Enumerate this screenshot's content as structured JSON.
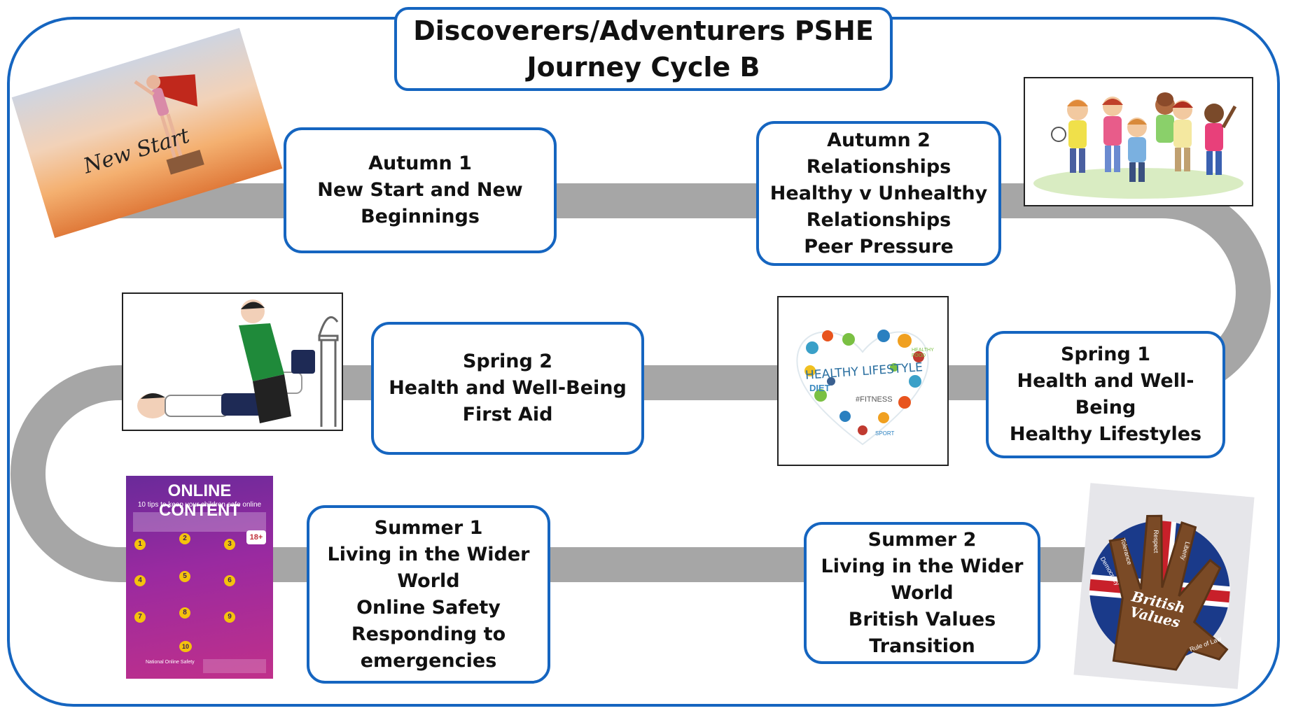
{
  "title": {
    "line1": "Discoverers/Adventurers PSHE",
    "line2": "Journey Cycle B"
  },
  "stops": [
    {
      "key": "autumn1",
      "lines": [
        "Autumn 1",
        "New Start and New",
        "Beginnings"
      ]
    },
    {
      "key": "autumn2",
      "lines": [
        "Autumn 2",
        "Relationships",
        "Healthy v Unhealthy",
        "Relationships",
        "Peer Pressure"
      ]
    },
    {
      "key": "spring2",
      "lines": [
        "Spring 2",
        "Health and Well-Being",
        "First Aid"
      ]
    },
    {
      "key": "spring1",
      "lines": [
        "Spring 1",
        "Health and Well-Being",
        "Healthy Lifestyles"
      ]
    },
    {
      "key": "summer1",
      "lines": [
        "Summer 1",
        "Living in the Wider",
        "World",
        "Online Safety",
        "Responding to",
        "emergencies"
      ]
    },
    {
      "key": "summer2",
      "lines": [
        "Summer 2",
        "Living in the Wider",
        "World",
        "British Values",
        "Transition"
      ]
    }
  ],
  "images": {
    "new_start": {
      "text": "New Start"
    },
    "healthy_lifestyle": {
      "text": "HEALTHY LIFESTYLE",
      "tags": [
        "DIET",
        "#FITNESS",
        "HEALTHY FOOD",
        "SPORT"
      ]
    },
    "online_content": {
      "title": "ONLINE CONTENT",
      "subtitle": "10 tips to keep your children safe online",
      "numbers": [
        "1",
        "2",
        "3",
        "4",
        "5",
        "6",
        "7",
        "8",
        "9",
        "10"
      ],
      "badge": "18+",
      "footer": "National Online Safety"
    },
    "british_values": {
      "center": [
        "British",
        "Values"
      ],
      "fingers": [
        "Tolerance",
        "Respect",
        "Liberty",
        "Democracy",
        "Rule of Law"
      ]
    }
  },
  "colors": {
    "border_blue": "#1565c0",
    "road_grey": "#a6a6a6"
  }
}
